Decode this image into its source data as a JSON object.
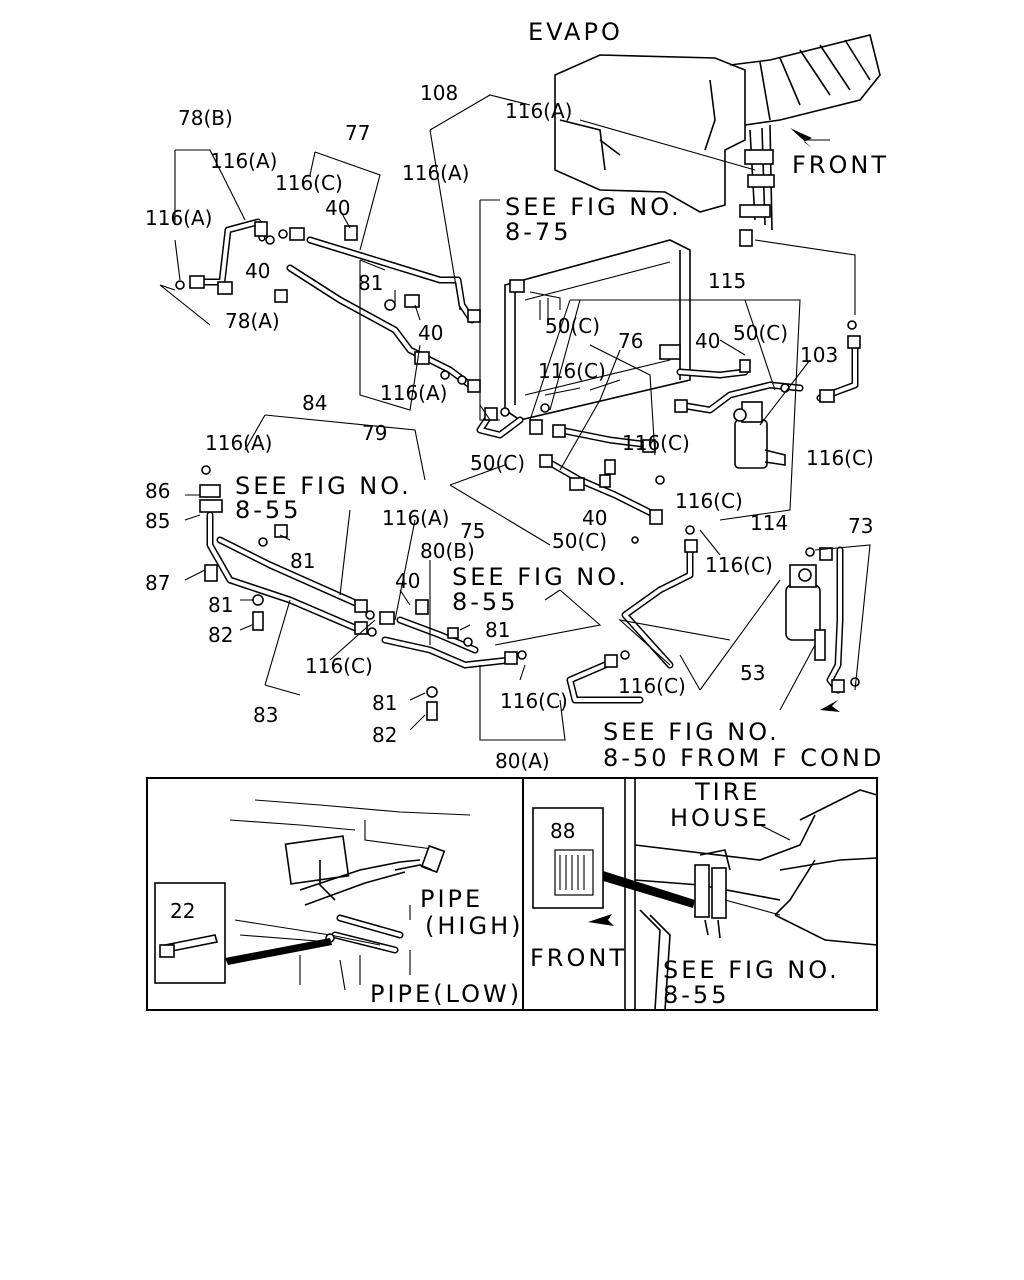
{
  "labels": {
    "evapo": "EVAPO",
    "front_top": "FRONT",
    "l108": "108",
    "l116a_1": "116(A)",
    "l78b": "78(B)",
    "l77": "77",
    "l116a_2": "116(A)",
    "l116c_1": "116(C)",
    "l116a_3": "116(A)",
    "see_875_a": "SEE FIG NO.",
    "see_875_b": "8-75",
    "l116a_4": "116(A)",
    "l40_1": "40",
    "l40_2": "40",
    "l78a": "78(A)",
    "l81_1": "81",
    "l40_3": "40",
    "l115": "115",
    "l50c_1": "50(C)",
    "l50c_2": "50(C)",
    "l76": "76",
    "l40_4": "40",
    "l103": "103",
    "l116c_2": "116(C)",
    "l116a_5": "116(A)",
    "l79": "79",
    "l84": "84",
    "l116a_6": "116(A)",
    "l116c_3": "116(C)",
    "l116c_4": "116(C)",
    "l50c_3": "50(C)",
    "see_855_a": "SEE FIG NO.",
    "see_855_b": "8-55",
    "l86": "86",
    "l85": "85",
    "l116a_7": "116(A)",
    "l75": "75",
    "l40_5": "40",
    "l116c_5": "116(C)",
    "l114": "114",
    "l73": "73",
    "l50c_4": "50(C)",
    "l81_2": "81",
    "l80b": "80(B)",
    "see_855c_a": "SEE FIG NO.",
    "see_855c_b": "8-55",
    "l116c_6": "116(C)",
    "l87": "87",
    "l81_3": "81",
    "l40_6": "40",
    "l82_1": "82",
    "l81_4": "81",
    "l53": "53",
    "l116c_7": "116(C)",
    "l116c_8": "116(C)",
    "l83": "83",
    "l81_5": "81",
    "l116c_9": "116(C)",
    "l82_2": "82",
    "l80a": "80(A)",
    "see_850_a": "SEE FIG NO.",
    "see_850_b": "8-50 FROM F COND"
  },
  "inset_left": {
    "part_num": "22",
    "pipe_high_a": "PIPE",
    "pipe_high_b": "(HIGH)",
    "pipe_low": "PIPE(LOW)"
  },
  "inset_right": {
    "part_num": "88",
    "tire_house_a": "TIRE",
    "tire_house_b": "HOUSE",
    "front": "FRONT",
    "see_a": "SEE FIG NO.",
    "see_b": "8-55"
  }
}
